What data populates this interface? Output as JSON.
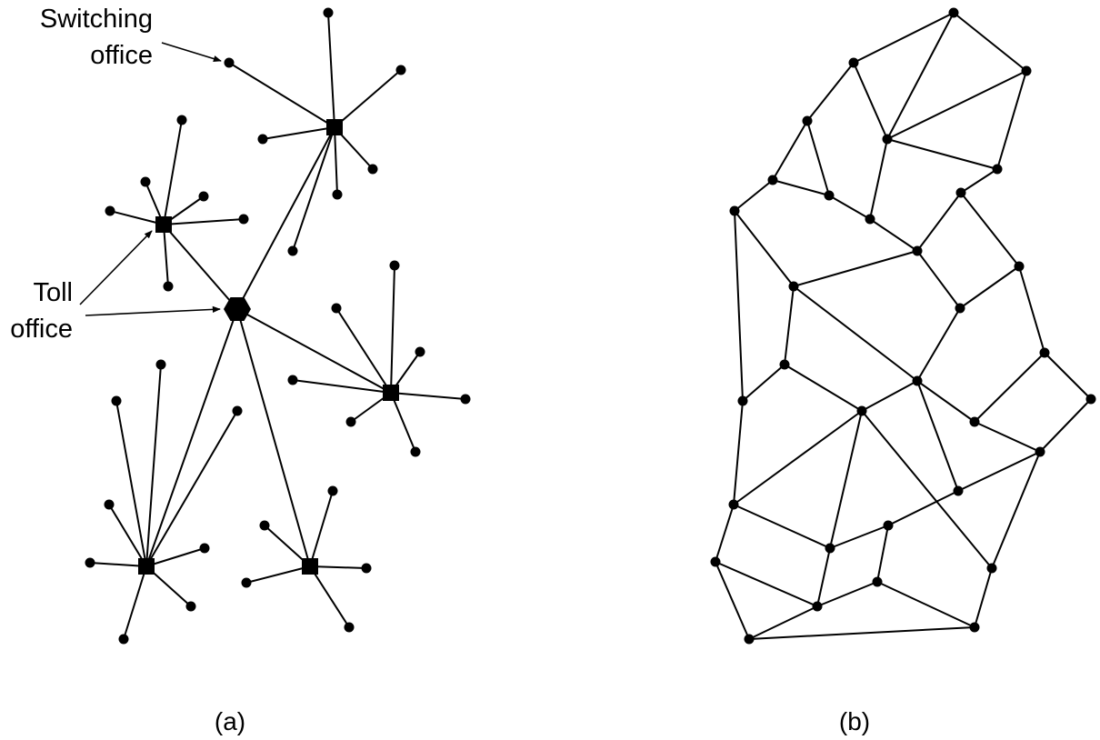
{
  "labels": {
    "switching_office_line1": "Switching",
    "switching_office_line2": "office",
    "toll_office_line1": "Toll",
    "toll_office_line2": "office",
    "caption_a": "(a)",
    "caption_b": "(b)"
  },
  "colors": {
    "ink": "#000000",
    "background": "#ffffff"
  }
}
